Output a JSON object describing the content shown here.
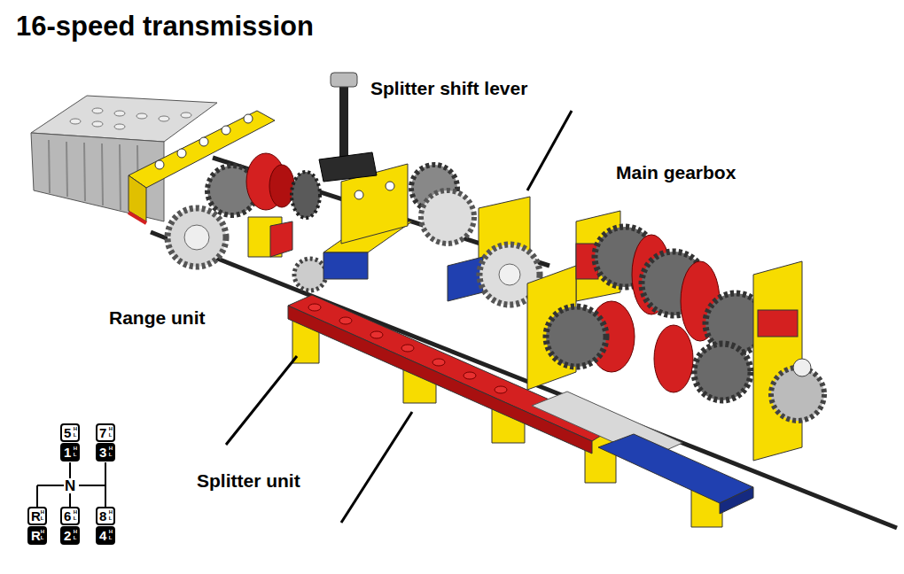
{
  "diagram": {
    "title": "16-speed transmission",
    "nodes": [
      {
        "text": [
          "5",
          "H",
          "L"
        ]
      },
      {
        "text": [
          "7",
          "H",
          "L"
        ]
      },
      {
        "text": [
          "1",
          "H",
          "L"
        ]
      },
      {
        "text": [
          "3",
          "H",
          "L"
        ]
      },
      {
        "text": [
          "R",
          "H",
          "L"
        ]
      },
      {
        "text": [
          "6",
          "H",
          "L"
        ]
      },
      {
        "text": [
          "8",
          "H",
          "L"
        ]
      },
      {
        "text": [
          "R",
          "H",
          "L"
        ]
      },
      {
        "text": [
          "2",
          "H",
          "L"
        ]
      },
      {
        "text": [
          "4",
          "H",
          "L"
        ]
      }
    ],
    "labels": [
      "Splitter shift lever",
      "Main gearbox",
      "Range unit",
      "Splitter unit",
      "N"
    ]
  }
}
